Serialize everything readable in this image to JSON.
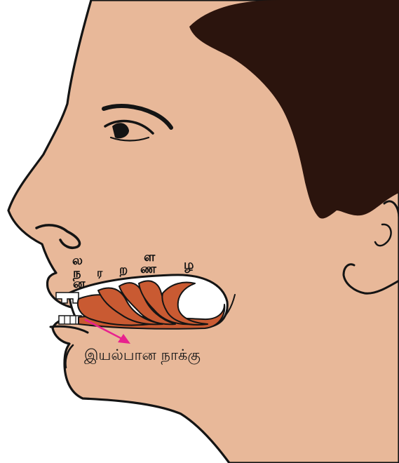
{
  "labels": {
    "la": "ல",
    "na_dental": "ந",
    "na_alveolar": "ன",
    "ra": "ர",
    "rra": "ற",
    "lla": "ள",
    "nna": "ண",
    "zha": "ழ"
  },
  "caption": "இயல்பான நாக்கு",
  "colors": {
    "skin": "#e8b899",
    "hair": "#2b140d",
    "tongue": "#c95a32",
    "outline": "#141414",
    "arrow": "#e8228e"
  }
}
